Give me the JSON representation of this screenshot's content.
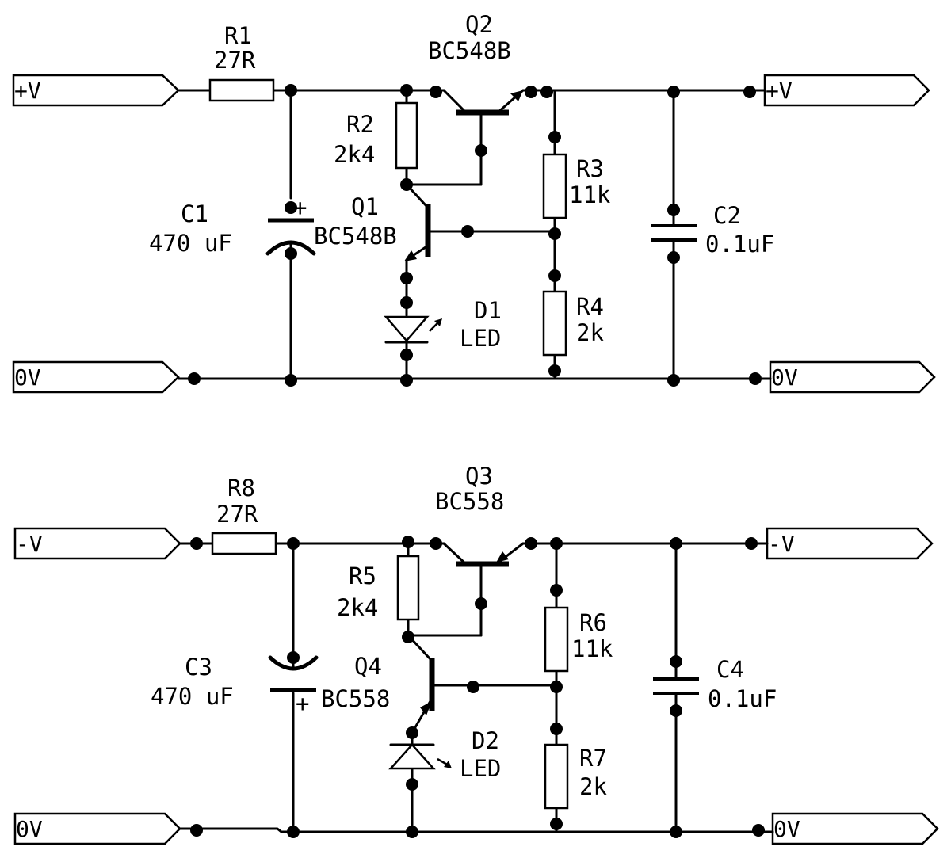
{
  "top": {
    "ports": {
      "pos_in": "+V",
      "pos_out": "+V",
      "gnd_in": "0V",
      "gnd_out": "0V"
    },
    "R1": {
      "ref": "R1",
      "value": "27R"
    },
    "R2": {
      "ref": "R2",
      "value": "2k4"
    },
    "R3": {
      "ref": "R3",
      "value": "11k"
    },
    "R4": {
      "ref": "R4",
      "value": "2k"
    },
    "C1": {
      "ref": "C1",
      "value": "470 uF",
      "polarity": "+"
    },
    "C2": {
      "ref": "C2",
      "value": "0.1uF"
    },
    "Q1": {
      "ref": "Q1",
      "value": "BC548B"
    },
    "Q2": {
      "ref": "Q2",
      "value": "BC548B"
    },
    "D1": {
      "ref": "D1",
      "value": "LED"
    }
  },
  "bottom": {
    "ports": {
      "neg_in": "-V",
      "neg_out": "-V",
      "gnd_in": "0V",
      "gnd_out": "0V"
    },
    "R8": {
      "ref": "R8",
      "value": "27R"
    },
    "R5": {
      "ref": "R5",
      "value": "2k4"
    },
    "R6": {
      "ref": "R6",
      "value": "11k"
    },
    "R7": {
      "ref": "R7",
      "value": "2k"
    },
    "C3": {
      "ref": "C3",
      "value": "470 uF",
      "polarity": "+"
    },
    "C4": {
      "ref": "C4",
      "value": "0.1uF"
    },
    "Q3": {
      "ref": "Q3",
      "value": "BC558"
    },
    "Q4": {
      "ref": "Q4",
      "value": "BC558"
    },
    "D2": {
      "ref": "D2",
      "value": "LED"
    }
  }
}
